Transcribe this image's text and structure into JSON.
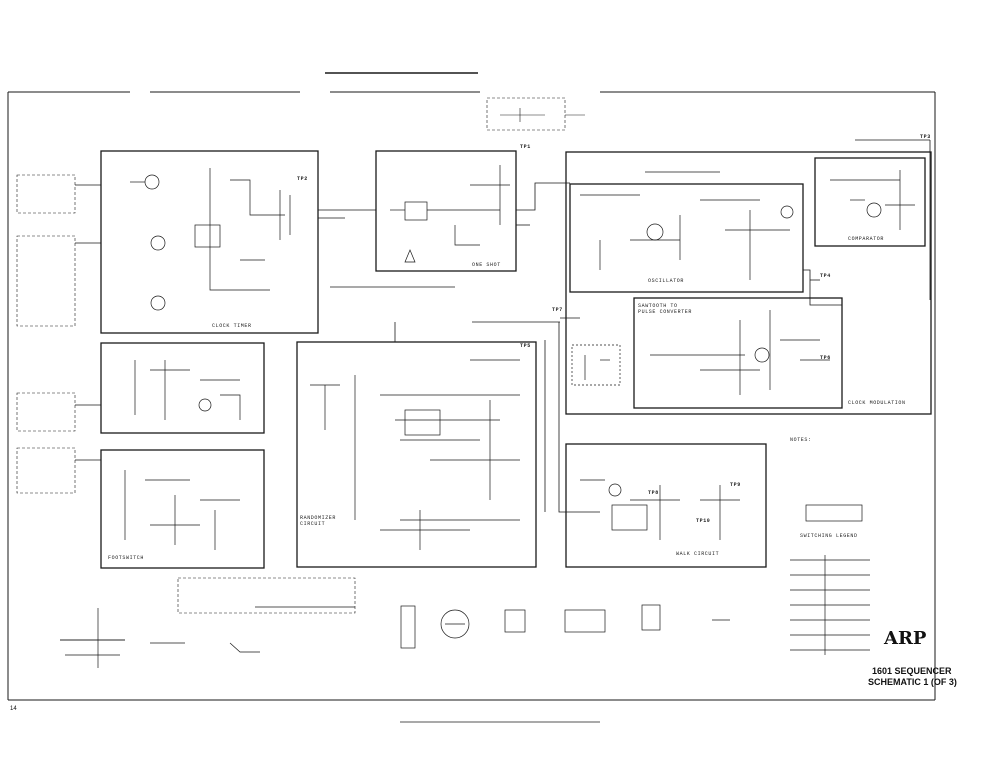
{
  "document": {
    "page_number": "14",
    "title_line1": "1601 SEQUENCER",
    "title_line2": "SCHEMATIC 1 (OF 3)",
    "brand": "ARP"
  },
  "blocks": {
    "clock_timer": "CLOCK TIMER",
    "one_shot": "ONE SHOT",
    "oscillator": "OSCILLATOR",
    "comparator": "COMPARATOR",
    "clock_modulation": "CLOCK MODULATION",
    "sawtooth_to_pulse": "SAWTOOTH TO PULSE CONVERTER",
    "randomizer": "RANDOMIZER CIRCUIT",
    "footswitch": "FOOTSWITCH",
    "walk_circuit": "WALK CIRCUIT"
  },
  "test_points": [
    "TP1",
    "TP2",
    "TP3",
    "TP4",
    "TP5",
    "TP6",
    "TP7",
    "TP8",
    "TP9",
    "TP10"
  ],
  "notes_heading": "NOTES:",
  "legend_heading": "SWITCHING LEGEND"
}
